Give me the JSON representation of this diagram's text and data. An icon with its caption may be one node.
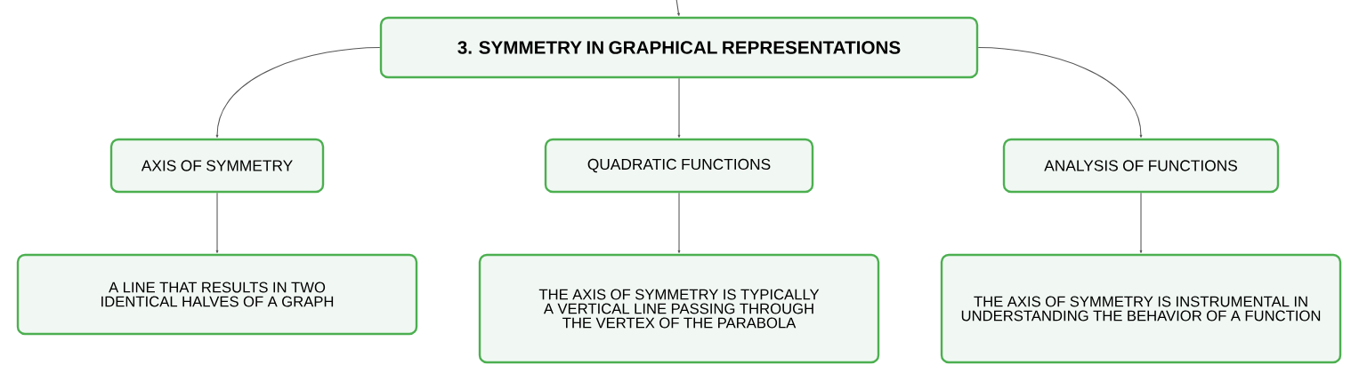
{
  "diagram": {
    "nodes": [
      {
        "text": [
          "3. SYMMETRY IN GRAPHICAL REPRESENTATIONS"
        ]
      },
      {
        "text": [
          "AXIS OF SYMMETRY"
        ]
      },
      {
        "text": [
          "QUADRATIC FUNCTIONS"
        ]
      },
      {
        "text": [
          "ANALYSIS OF FUNCTIONS"
        ]
      },
      {
        "text": [
          "A LINE THAT RESULTS IN TWO IDENTICAL HALVES OF A GRAPH"
        ]
      },
      {
        "text": [
          "THE AXIS OF SYMMETRY IS TYPICALLY A VERTICAL LINE PASSING THROUGH THE VERTEX OF THE PARABOLA"
        ]
      },
      {
        "text": [
          "THE AXIS OF SYMMETRY IS INSTRUMENTAL IN UNDERSTANDING THE BEHAVIOR OF A FUNCTION"
        ]
      }
    ],
    "edges": [
      {
        "from": null,
        "to": 0,
        "arrow": "to"
      },
      {
        "from": 0,
        "to": 1,
        "arrow": "to"
      },
      {
        "from": 0,
        "to": 2,
        "arrow": "to"
      },
      {
        "from": 0,
        "to": 3,
        "arrow": "to"
      },
      {
        "from": 1,
        "to": 4,
        "arrow": "to"
      },
      {
        "from": 2,
        "to": 5,
        "arrow": "to"
      },
      {
        "from": 3,
        "to": 6,
        "arrow": "to"
      }
    ]
  }
}
